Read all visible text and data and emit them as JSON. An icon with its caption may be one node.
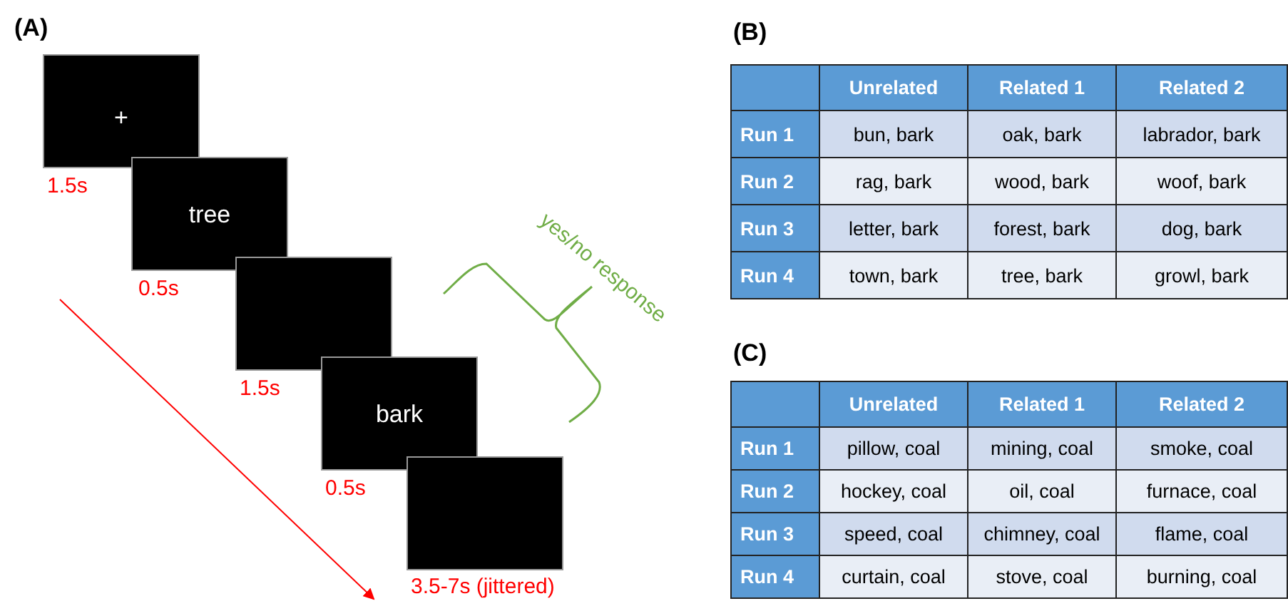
{
  "diagram": {
    "nodes": [
      {
        "text": [
          "+"
        ],
        "beside": [
          "1.5s"
        ]
      },
      {
        "text": [
          "tree"
        ],
        "beside": [
          "0.5s"
        ]
      },
      {
        "text": [],
        "shape": "box",
        "beside": [
          "1.5s"
        ]
      },
      {
        "text": [
          "bark"
        ],
        "beside": [
          "0.5s"
        ]
      },
      {
        "text": [],
        "shape": "box",
        "beside": [
          "3.5-7s (jittered)"
        ]
      }
    ],
    "edges": [],
    "labels": [
      "(A)",
      "(B)",
      "Unrelated",
      "Related 1",
      "Related 2",
      "Run 1",
      "bun, bark",
      "oak, bark",
      "labrador, bark",
      "Run 2",
      "rag, bark",
      "wood, bark",
      "woof, bark",
      "Run 3",
      "letter, bark",
      "forest, bark",
      "dog, bark",
      "Run 4",
      "town, bark",
      "tree, bark",
      "growl, bark",
      "yes/no response",
      "(C)",
      "Unrelated",
      "Related 1",
      "Related 2",
      "Run 1",
      "pillow, coal",
      "mining, coal",
      "smoke, coal",
      "Run 2",
      "hockey, coal",
      "oil, coal",
      "furnace, coal",
      "Run 3",
      "speed, coal",
      "chimney, coal",
      "flame, coal",
      "Run 4",
      "curtain, coal",
      "stove, coal",
      "burning, coal"
    ]
  }
}
